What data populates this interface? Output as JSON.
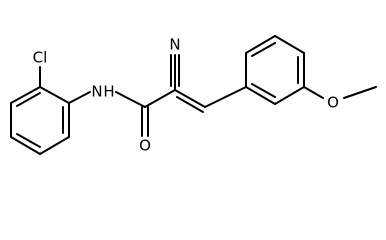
{
  "molecule": {
    "atoms": {
      "chlorine": "Cl",
      "amide_nitrogen": "N",
      "amide_hydrogen": "H",
      "carbonyl_oxygen": "O",
      "nitrile_nitrogen": "N",
      "ether_oxygen": "O"
    },
    "colors": {
      "bond": "#000000",
      "label": "#000000",
      "background": "#ffffff"
    }
  }
}
